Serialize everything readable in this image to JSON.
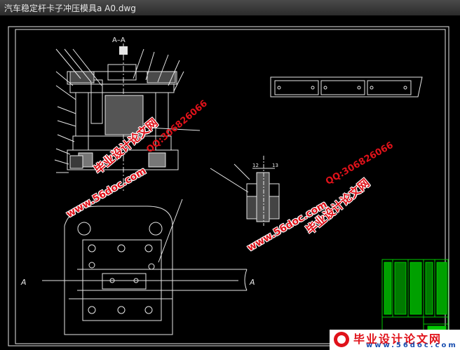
{
  "window": {
    "title": "汽车稳定杆卡子冲压模具a A0.dwg"
  },
  "drawing": {
    "section_label": "A–A",
    "section_markers": [
      "A",
      "A"
    ],
    "detail_marks": [
      "12",
      "13"
    ]
  },
  "watermarks": {
    "site_cn": "毕业设计论文网",
    "site_url": "www.56doc.com",
    "qq": "QQ:306826066"
  },
  "footer": {
    "name": "毕业设计论文网",
    "url": "www.56doc.com"
  },
  "colors": {
    "background": "#000000",
    "frame": "#ffffff",
    "title_block": "#00c800",
    "watermark_red": "#e0121a",
    "watermark_blue": "#1a4fb0"
  }
}
